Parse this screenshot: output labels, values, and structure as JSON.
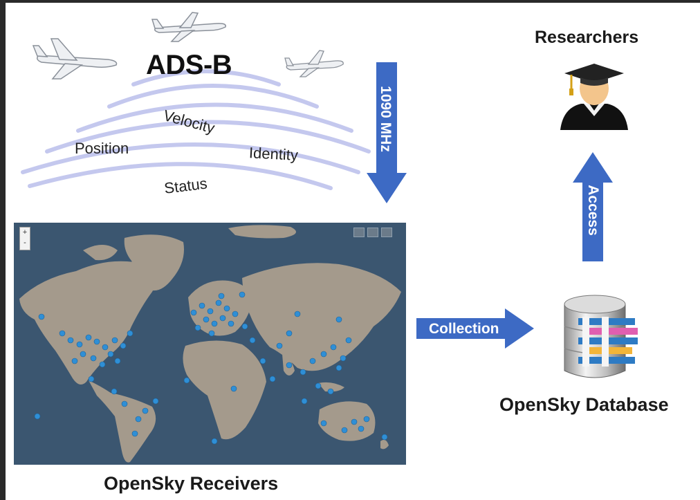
{
  "ads_b": {
    "title": "ADS-B",
    "fields": {
      "velocity": "Velocity",
      "position": "Position",
      "identity": "Identity",
      "status": "Status"
    }
  },
  "arrows": {
    "frequency": "1090 MHz",
    "collection": "Collection",
    "access": "Access"
  },
  "nodes": {
    "receivers": "OpenSky Receivers",
    "database": "OpenSky Database",
    "researchers": "Researchers"
  },
  "map": {
    "zoom_in": "+",
    "zoom_out": "-"
  },
  "colors": {
    "arrow_blue": "#3d6ac4",
    "ocean": "#3b5670",
    "land": "#a49a8c",
    "marker": "#2f8fd6",
    "wave": "#c4c8ee"
  }
}
